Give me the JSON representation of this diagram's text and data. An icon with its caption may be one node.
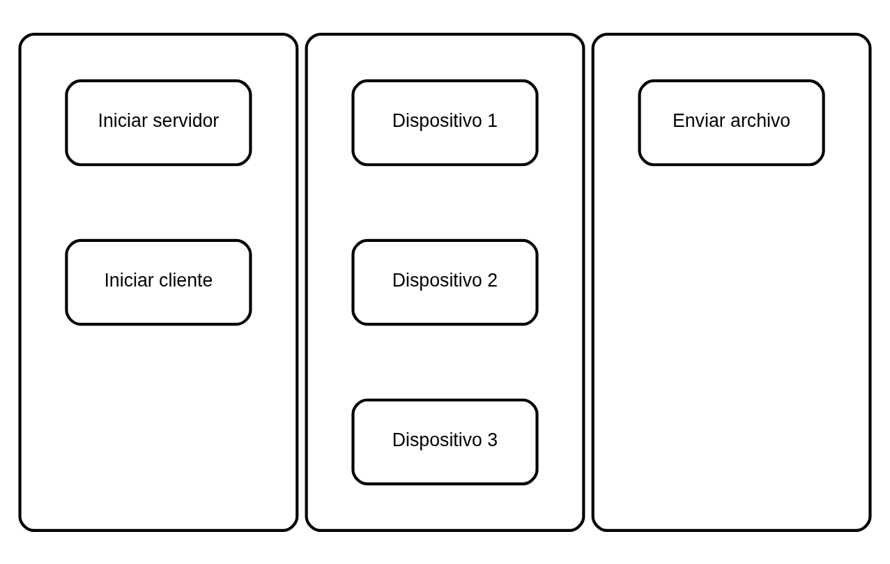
{
  "diagram": {
    "nodes": [
      {
        "text": [],
        "shape": "box"
      },
      {
        "text": [
          "Iniciar servidor"
        ],
        "in": 0
      },
      {
        "text": [
          "Iniciar cliente"
        ],
        "in": 0
      },
      {
        "text": [],
        "shape": "box"
      },
      {
        "text": [
          "Dispositivo 1"
        ],
        "in": 3
      },
      {
        "text": [
          "Dispositivo 2"
        ],
        "in": 3
      },
      {
        "text": [
          "Dispositivo 3"
        ],
        "in": 3
      },
      {
        "text": [],
        "shape": "box"
      },
      {
        "text": [
          "Enviar archivo"
        ],
        "in": 7
      }
    ],
    "edges": []
  }
}
